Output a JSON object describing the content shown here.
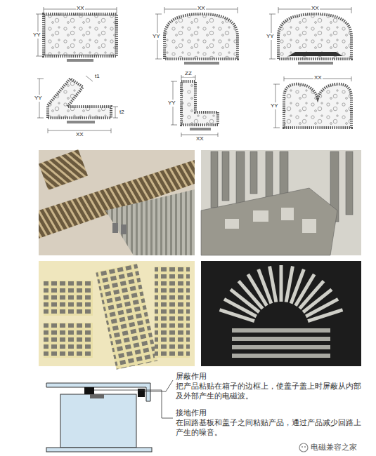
{
  "diagram": {
    "labels": [
      "XX",
      "YY",
      "XX",
      "YY",
      "XX",
      "YY",
      "YY",
      "t1",
      "t2",
      "XX",
      "ZZ",
      "YY",
      "XX",
      "XX",
      "YY",
      "屏蔽作用",
      "把产品粘贴在箱子的边框上，使盖子盖上时屏蔽从内部及外部产生的电磁波。",
      "接地作用",
      "在回路基板和盖子之间粘贴产品，通过产品减少回路上产生的噪音。",
      "电磁兼容之家"
    ]
  }
}
